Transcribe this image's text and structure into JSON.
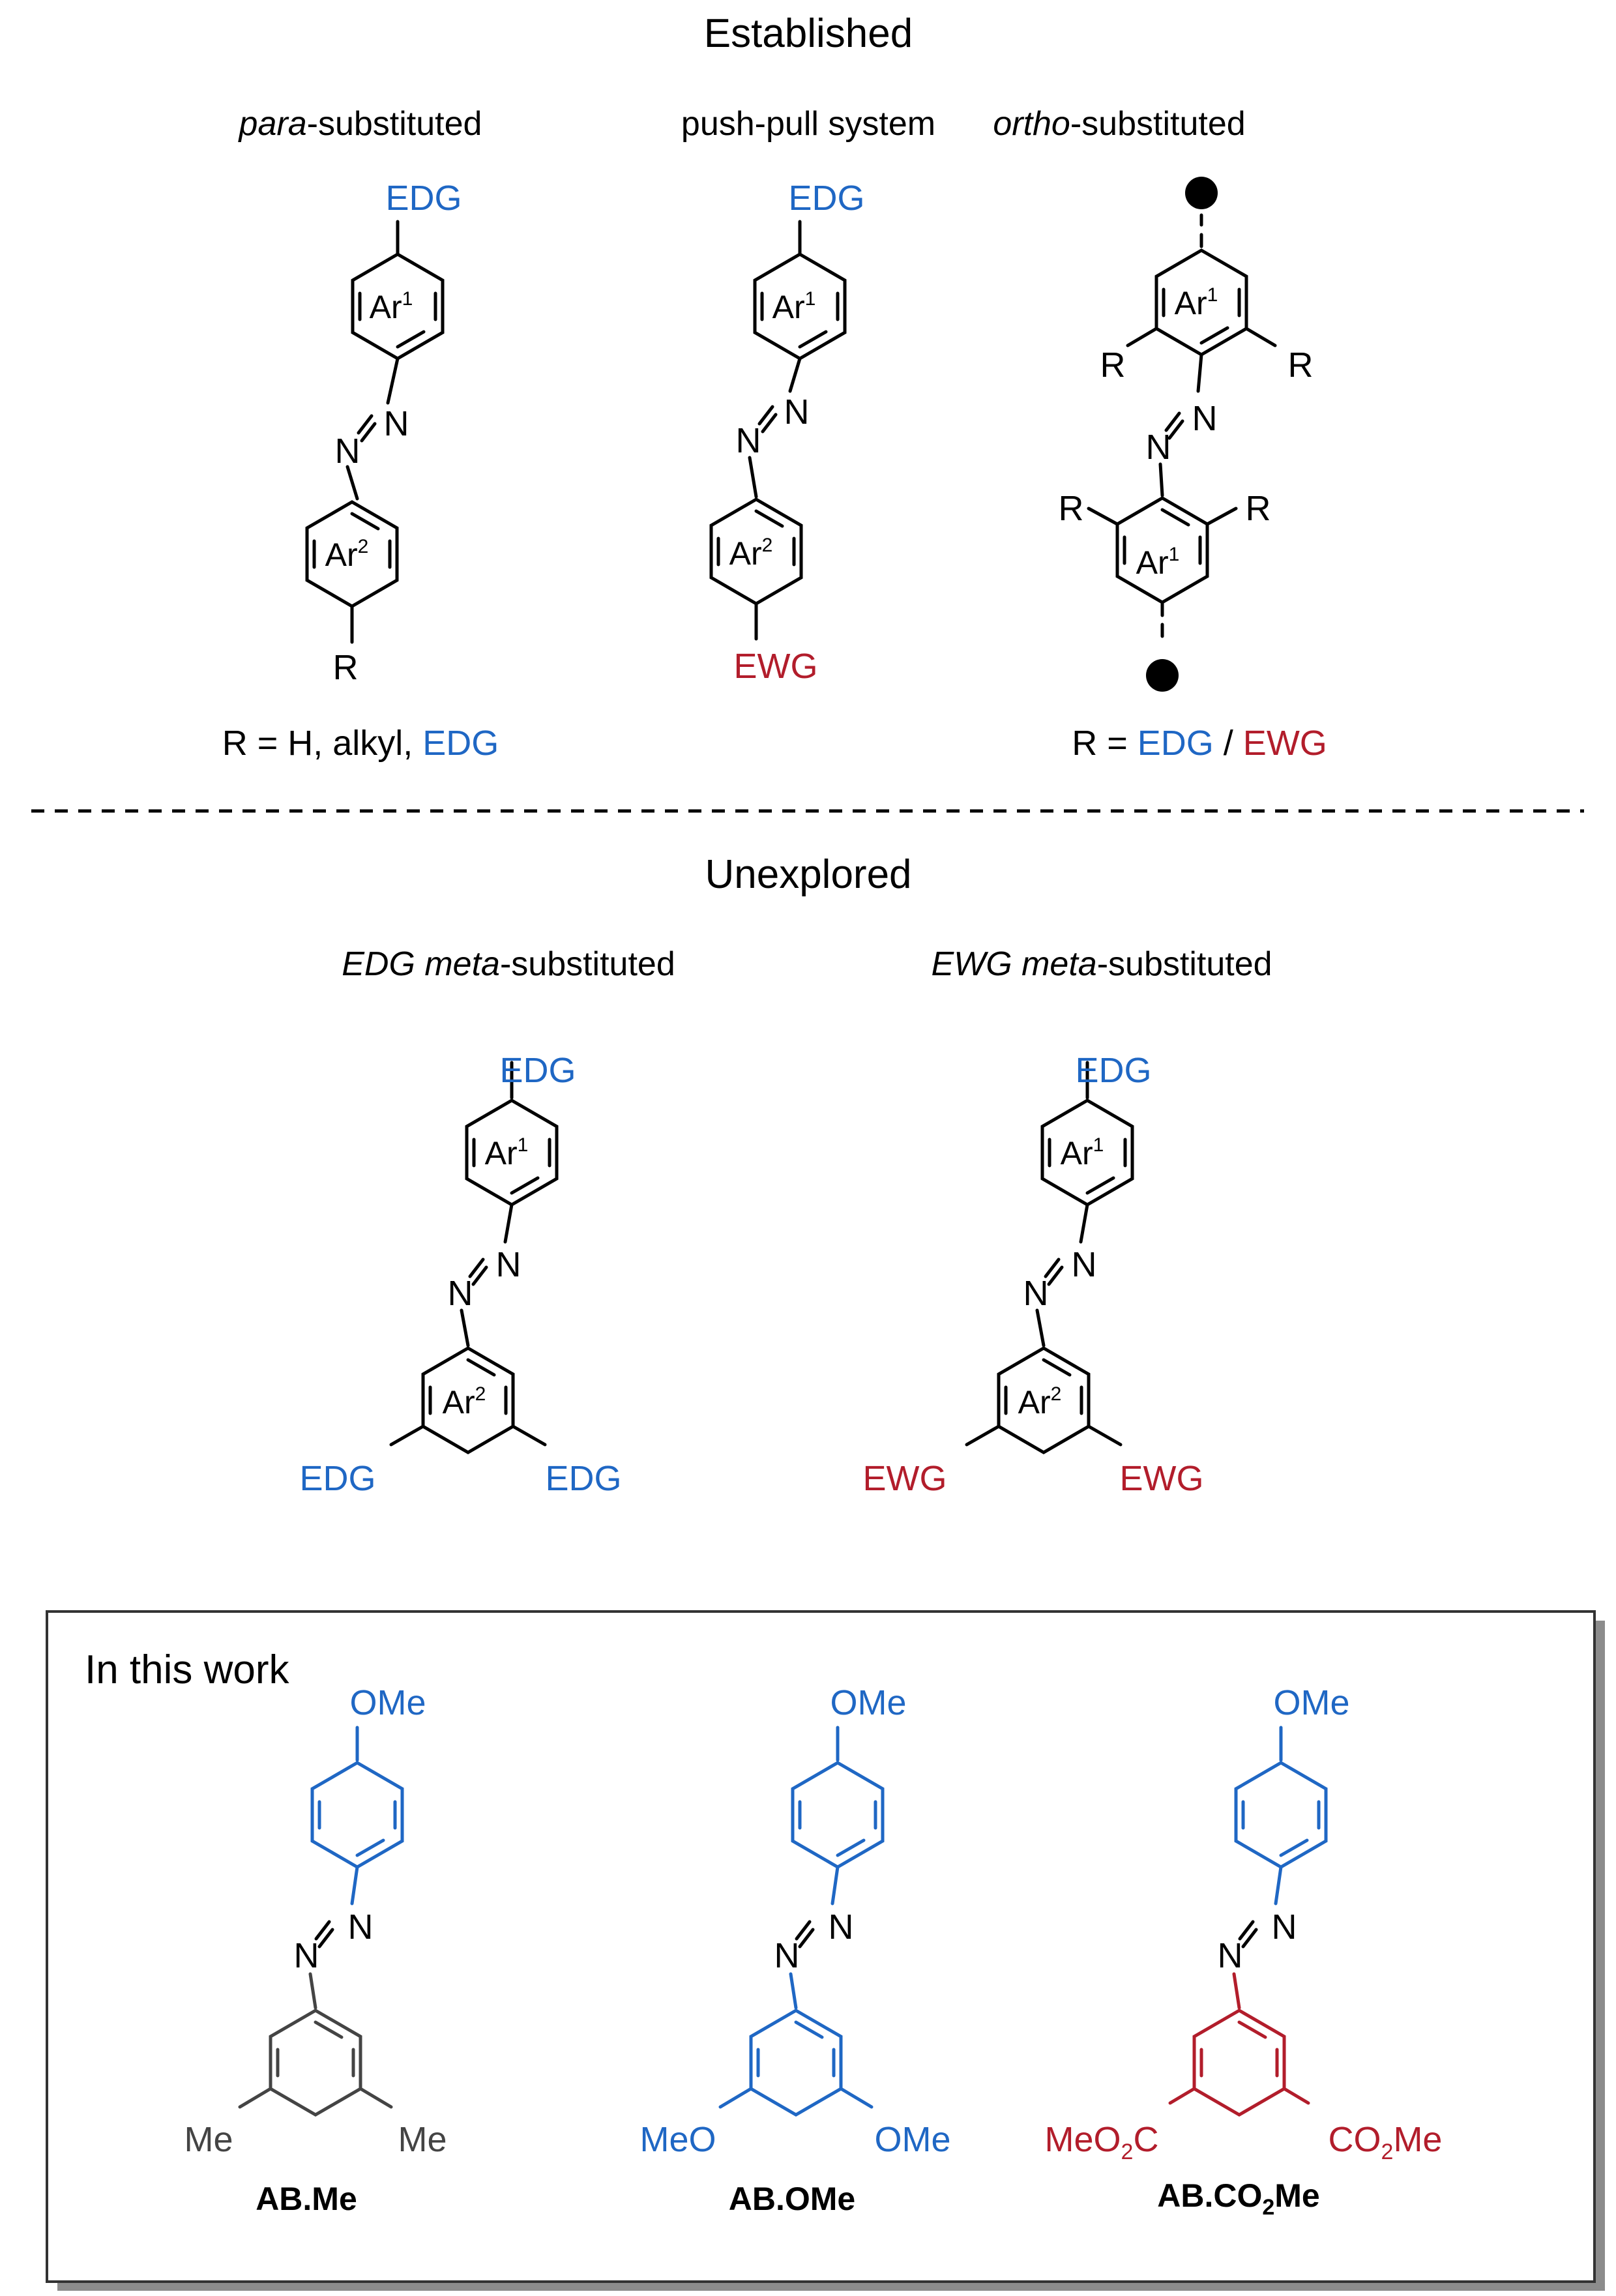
{
  "colors": {
    "edg": "#1f67c4",
    "ewg": "#b21d2b",
    "black": "#000000",
    "grey": "#444444",
    "edg_fill": "#c9dcf7",
    "ewg_fill": "#f6b5b2",
    "grey_fill": "#b5b5b5"
  },
  "established": {
    "title": "Established",
    "para": {
      "prefix": "para",
      "suffix": "-substituted"
    },
    "pushpull": {
      "caption": "push-pull system"
    },
    "ortho": {
      "prefix": "ortho",
      "suffix": "-substituted"
    },
    "legend_left": {
      "prefix": "R = H, alkyl, ",
      "edg": "EDG"
    },
    "legend_right": {
      "prefix": "R = ",
      "edg": "EDG",
      "sep": " / ",
      "ewg": "EWG"
    }
  },
  "unexplored": {
    "title": "Unexplored",
    "edg_meta": {
      "prefix": "EDG meta",
      "suffix": "-substituted"
    },
    "ewg_meta": {
      "prefix": "EWG meta",
      "suffix": "-substituted"
    }
  },
  "in_this_work": {
    "title": "In this work",
    "compounds": [
      {
        "name": "AB.Me"
      },
      {
        "name": "AB.OMe"
      },
      {
        "name_parts": [
          "AB.CO",
          "2",
          "Me"
        ]
      }
    ]
  },
  "labels": {
    "edg": "EDG",
    "ewg": "EWG",
    "r": "R",
    "n": "N",
    "ome": "OMe",
    "me": "Me",
    "meo": "MeO",
    "co2me": [
      "CO",
      "2",
      "Me"
    ],
    "meo2c": [
      "MeO",
      "2",
      "C"
    ],
    "ar1_base": "Ar",
    "ar1_sup": "1",
    "ar2_base": "Ar",
    "ar2_sup": "2"
  }
}
